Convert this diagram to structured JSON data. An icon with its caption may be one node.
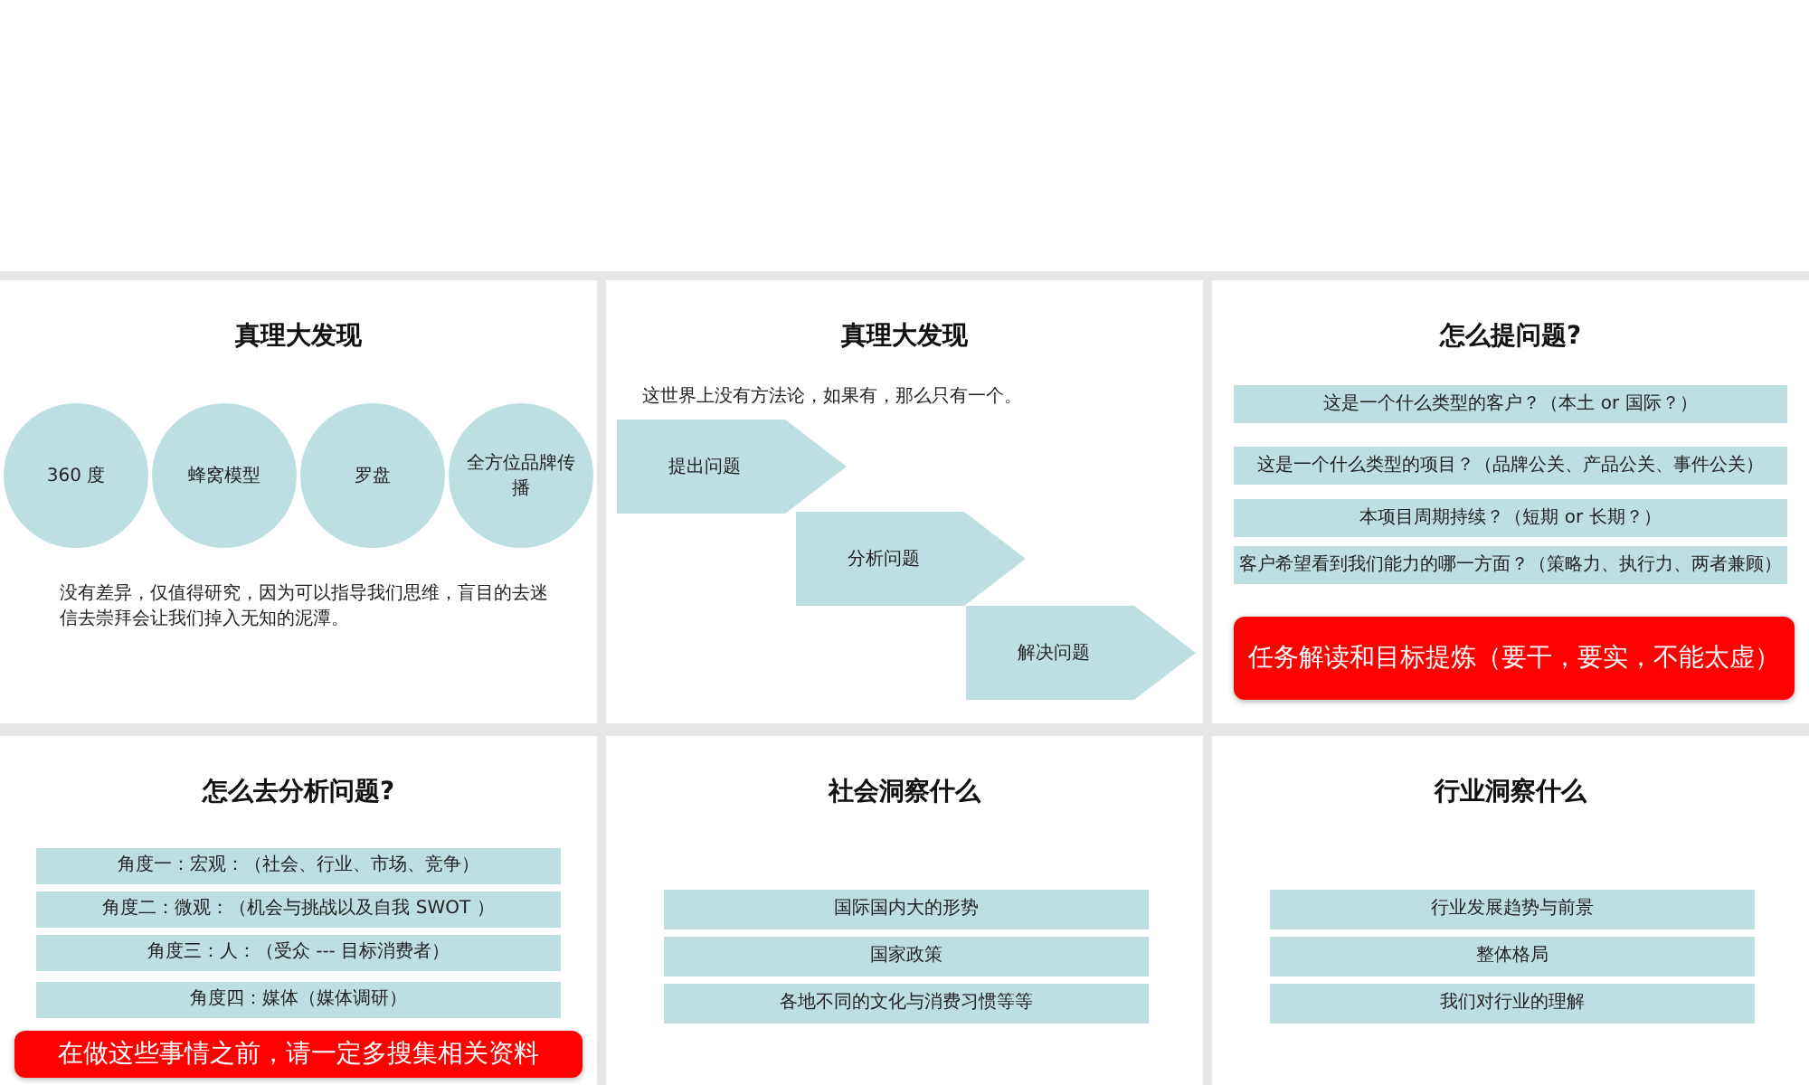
{
  "diagram": {
    "nodes": [
      {
        "text": [
          "真理大发现",
          "没有差异，仅值得研究，因为可以指导我们思维，盲目的去迷信去崇拜会让我们掉入无知的泥潭。"
        ]
      },
      {
        "text": [
          "360 度"
        ],
        "in": 0
      },
      {
        "text": [
          "蜂窝模型"
        ],
        "in": 0
      },
      {
        "text": [
          "罗盘"
        ],
        "in": 0
      },
      {
        "text": [
          "全方位品牌传播"
        ],
        "in": 0
      },
      {
        "text": [
          "真理大发现",
          "这世界上没有方法论，如果有，那么只有一个。"
        ]
      },
      {
        "text": [
          "提出问题"
        ],
        "in": 5
      },
      {
        "text": [
          "分析问题"
        ],
        "in": 5
      },
      {
        "text": [
          "解决问题"
        ],
        "in": 5
      },
      {
        "text": [
          "怎么提问题?"
        ]
      },
      {
        "text": [
          "这是一个什么类型的客户？（本土 or 国际？）"
        ],
        "in": 9
      },
      {
        "text": [
          "这是一个什么类型的项目？（品牌公关、产品公关、事件公关）"
        ],
        "in": 9
      },
      {
        "text": [
          "本项目周期持续？（短期 or 长期？）"
        ],
        "in": 9
      },
      {
        "text": [
          "客户希望看到我们能力的哪一方面？（策略力、执行力、两者兼顾）"
        ],
        "in": 9
      },
      {
        "text": [
          "任务解读和目标提炼（要干，要实，不能太虚）"
        ],
        "in": 9
      },
      {
        "text": [
          "怎么去分析问题?"
        ]
      },
      {
        "text": [
          "角度一：宏观：（社会、行业、市场、竞争）"
        ],
        "in": 15
      },
      {
        "text": [
          "角度二：微观：（机会与挑战以及自我 SWOT ）"
        ],
        "in": 15
      },
      {
        "text": [
          "角度三：人：（受众 --- 目标消费者）"
        ],
        "in": 15
      },
      {
        "text": [
          "角度四：媒体（媒体调研）"
        ],
        "in": 15
      },
      {
        "text": [
          "在做这些事情之前，请一定多搜集相关资料"
        ],
        "in": 15
      },
      {
        "text": [
          "社会洞察什么"
        ]
      },
      {
        "text": [
          "国际国内大的形势"
        ],
        "in": 21
      },
      {
        "text": [
          "国家政策"
        ],
        "in": 21
      },
      {
        "text": [
          "各地不同的文化与消费习惯等等"
        ],
        "in": 21
      },
      {
        "text": [
          "行业洞察什么"
        ]
      },
      {
        "text": [
          "行业发展趋势与前景"
        ],
        "in": 25
      },
      {
        "text": [
          "整体格局"
        ],
        "in": 25
      },
      {
        "text": [
          "我们对行业的理解"
        ],
        "in": 25
      }
    ]
  }
}
